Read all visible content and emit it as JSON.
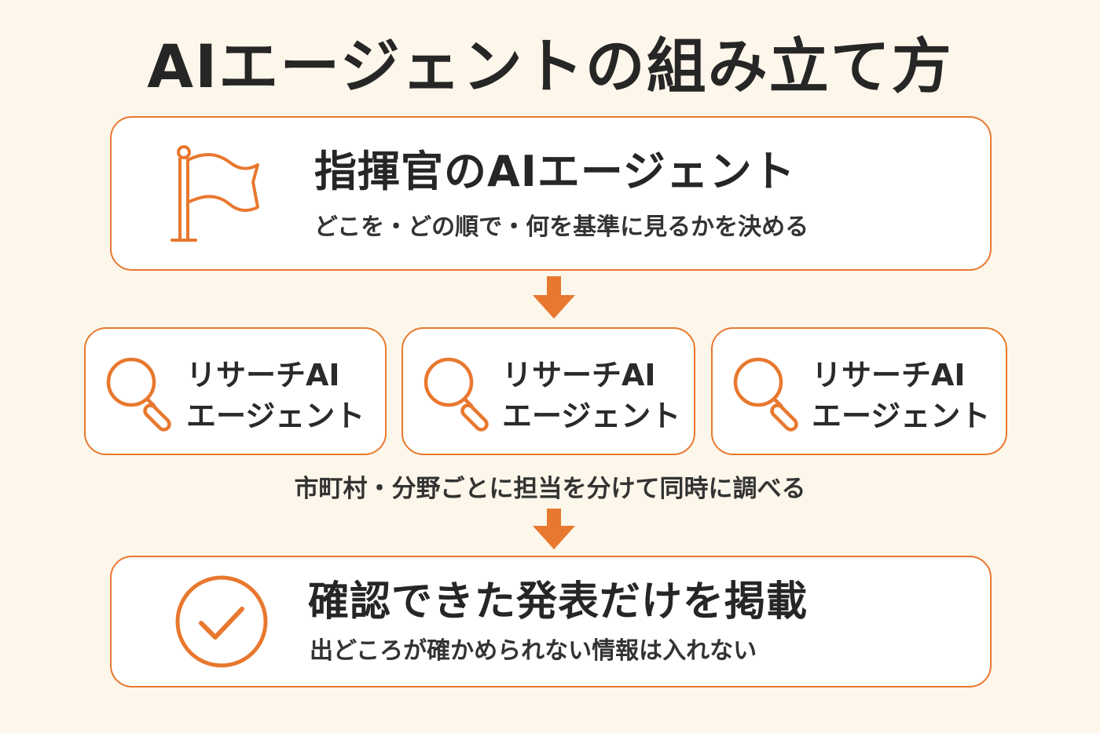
{
  "title": "AIエージェントの組み立て方",
  "commander": {
    "heading": "指揮官のAIエージェント",
    "description": "どこを・どの順で・何を基準に見るかを決める",
    "icon": "flag-icon"
  },
  "researchers": [
    {
      "line1": "リサーチAI",
      "line2": "エージェント",
      "icon": "magnifier-icon"
    },
    {
      "line1": "リサーチAI",
      "line2": "エージェント",
      "icon": "magnifier-icon"
    },
    {
      "line1": "リサーチAI",
      "line2": "エージェント",
      "icon": "magnifier-icon"
    }
  ],
  "research_caption": "市町村・分野ごとに担当を分けて同時に調べる",
  "publish": {
    "heading": "確認できた発表だけを掲載",
    "description": "出どころが確かめられない情報は入れない",
    "icon": "check-circle-icon"
  },
  "colors": {
    "accent": "#e8782f",
    "background": "#fdf6ea",
    "card": "#ffffff",
    "text": "#262626"
  }
}
